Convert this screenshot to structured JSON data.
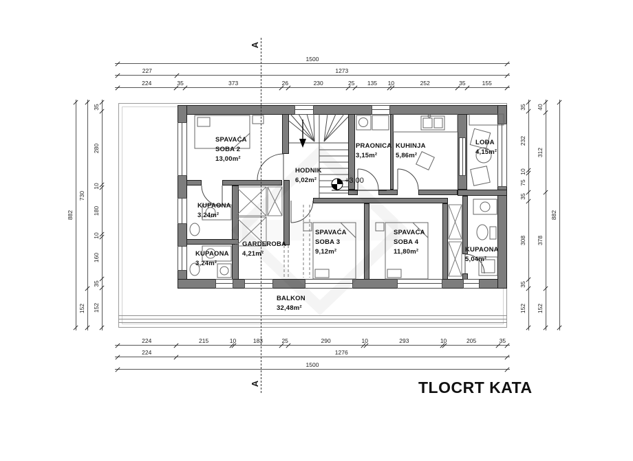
{
  "title": "TLOCRT KATA",
  "section_marker": {
    "top": "A",
    "bottom": "A"
  },
  "level_marker": "+3,00",
  "rooms": {
    "soba2": {
      "label": "SPAVAĆA SOBA 2",
      "area": "13,00m²"
    },
    "praonica": {
      "label": "PRAONICA",
      "area": "3,15m²"
    },
    "kuhinja": {
      "label": "KUHINJA",
      "area": "5,86m²"
    },
    "lodja": {
      "label": "LOĐA",
      "area": "4,15m²"
    },
    "hodnik": {
      "label": "HODNIK",
      "area": "6,02m²"
    },
    "kupaona1": {
      "label": "KUPAONA",
      "area": "3,24m²"
    },
    "kupaona2": {
      "label": "KUPAONA",
      "area": "3,24m²"
    },
    "garderoba": {
      "label": "GARDEROBA",
      "area": "4,21m²"
    },
    "soba3": {
      "label": "SPAVAĆA SOBA 3",
      "area": "9,12m²"
    },
    "soba4": {
      "label": "SPAVAĆA SOBA 4",
      "area": "11,80m²"
    },
    "kupaona3": {
      "label": "KUPAONA",
      "area": "5,04m²"
    },
    "balkon": {
      "label": "BALKON",
      "area": "32,48m²"
    }
  },
  "dimensions": {
    "top_total": [
      "1500"
    ],
    "top_mid": [
      "227",
      "1273"
    ],
    "top_detail": [
      "224",
      "35",
      "373",
      "26",
      "230",
      "25",
      "135",
      "10",
      "252",
      "35",
      "155"
    ],
    "bottom_detail": [
      "224",
      "215",
      "10",
      "183",
      "25",
      "290",
      "10",
      "293",
      "10",
      "205",
      "35"
    ],
    "bottom_mid": [
      "224",
      "1276"
    ],
    "bottom_total": [
      "1500"
    ],
    "left_total": [
      "882"
    ],
    "left_mid": [
      "730",
      "152"
    ],
    "left_detail": [
      "35",
      "280",
      "10",
      "180",
      "10",
      "160",
      "35",
      "152"
    ],
    "right_detail": [
      "35",
      "232",
      "10",
      "75",
      "35",
      "308",
      "35",
      "152"
    ],
    "right_mid": [
      "40",
      "312",
      "378",
      "152"
    ],
    "right_total": [
      "882"
    ]
  },
  "colors": {
    "wall": "#7d7d7d",
    "line": "#333333"
  }
}
